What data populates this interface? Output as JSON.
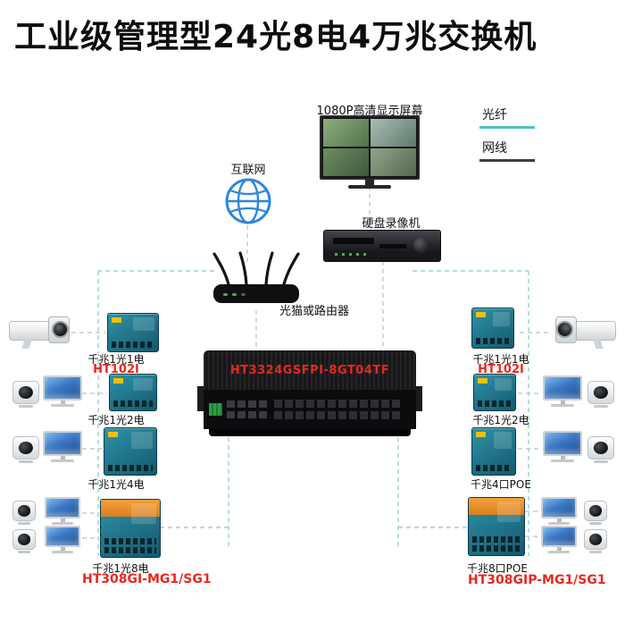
{
  "page": {
    "title": "工业级管理型24光8电4万兆交换机"
  },
  "legend": {
    "items": [
      {
        "label": "光纤",
        "color": "#4cc3c7"
      },
      {
        "label": "网线",
        "color": "#3f3f3f"
      }
    ]
  },
  "center": {
    "internet_label": "互联网",
    "display_label": "1080P高清显示屏幕",
    "dvr_label": "硬盘录像机",
    "router_label": "光猫或路由器",
    "core_switch_model": "HT3324GSFPI-8GT04TF"
  },
  "left_column": {
    "switches": [
      {
        "label": "千兆1光1电",
        "model": "HT102I"
      },
      {
        "label": "千兆1光2电",
        "model": ""
      },
      {
        "label": "千兆1光4电",
        "model": ""
      },
      {
        "label": "千兆1光8电",
        "model": "HT308GI-MG1/SG1"
      }
    ]
  },
  "right_column": {
    "switches": [
      {
        "label": "千兆1光1电",
        "model": "HT102I"
      },
      {
        "label": "千兆1光2电",
        "model": ""
      },
      {
        "label": "千兆4口POE",
        "model": ""
      },
      {
        "label": "千兆8口POE",
        "model": "HT308GIP-MG1/SG1"
      }
    ]
  },
  "colors": {
    "model_text": "#e8281e",
    "fiber": "#4cc3c7",
    "cable": "#3f3f3f",
    "connector_dash": "#c2cdd0"
  }
}
